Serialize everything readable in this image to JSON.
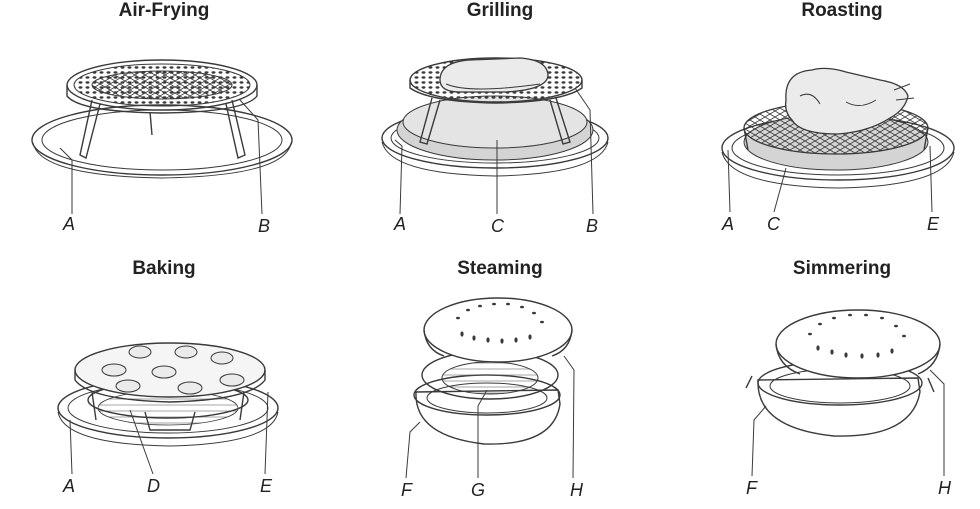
{
  "panels": {
    "air_frying": {
      "title": "Air-Frying",
      "labels": [
        "A",
        "B"
      ]
    },
    "grilling": {
      "title": "Grilling",
      "labels": [
        "A",
        "C",
        "B"
      ]
    },
    "roasting": {
      "title": "Roasting",
      "labels": [
        "A",
        "C",
        "E"
      ]
    },
    "baking": {
      "title": "Baking",
      "labels": [
        "A",
        "D",
        "E"
      ]
    },
    "steaming": {
      "title": "Steaming",
      "labels": [
        "F",
        "G",
        "H"
      ]
    },
    "simmering": {
      "title": "Simmering",
      "labels": [
        "F",
        "H"
      ]
    }
  },
  "colors": {
    "line": "#3a3a3a",
    "plate_fill": "#d4d4d4",
    "food_fill": "#ebebeb"
  }
}
